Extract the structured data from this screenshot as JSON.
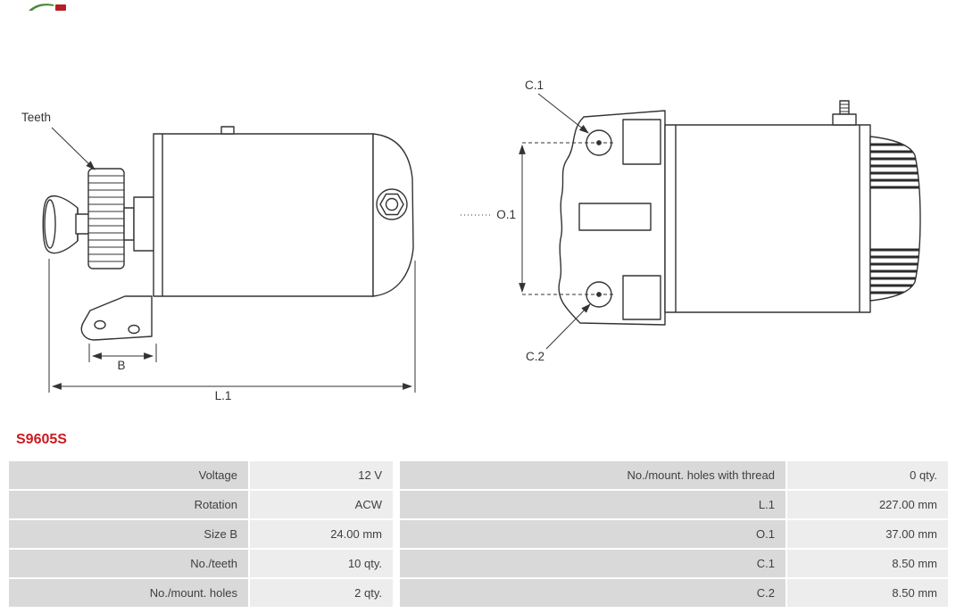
{
  "part_number": "S9605S",
  "colors": {
    "part_number_red": "#cc1a1f",
    "table_label_bg": "#d9d9d9",
    "table_value_bg": "#ededed",
    "line_color": "#333333"
  },
  "diagram": {
    "labels": {
      "teeth": "Teeth",
      "b": "B",
      "l1": "L.1",
      "c1": "C.1",
      "c2": "C.2",
      "o1": "O.1"
    }
  },
  "table": {
    "left": [
      {
        "label": "Voltage",
        "value": "12 V"
      },
      {
        "label": "Rotation",
        "value": "ACW"
      },
      {
        "label": "Size B",
        "value": "24.00 mm"
      },
      {
        "label": "No./teeth",
        "value": "10 qty."
      },
      {
        "label": "No./mount. holes",
        "value": "2 qty."
      }
    ],
    "right": [
      {
        "label": "No./mount. holes with thread",
        "value": "0 qty."
      },
      {
        "label": "L.1",
        "value": "227.00 mm"
      },
      {
        "label": "O.1",
        "value": "37.00 mm"
      },
      {
        "label": "C.1",
        "value": "8.50 mm"
      },
      {
        "label": "C.2",
        "value": "8.50 mm"
      }
    ]
  }
}
